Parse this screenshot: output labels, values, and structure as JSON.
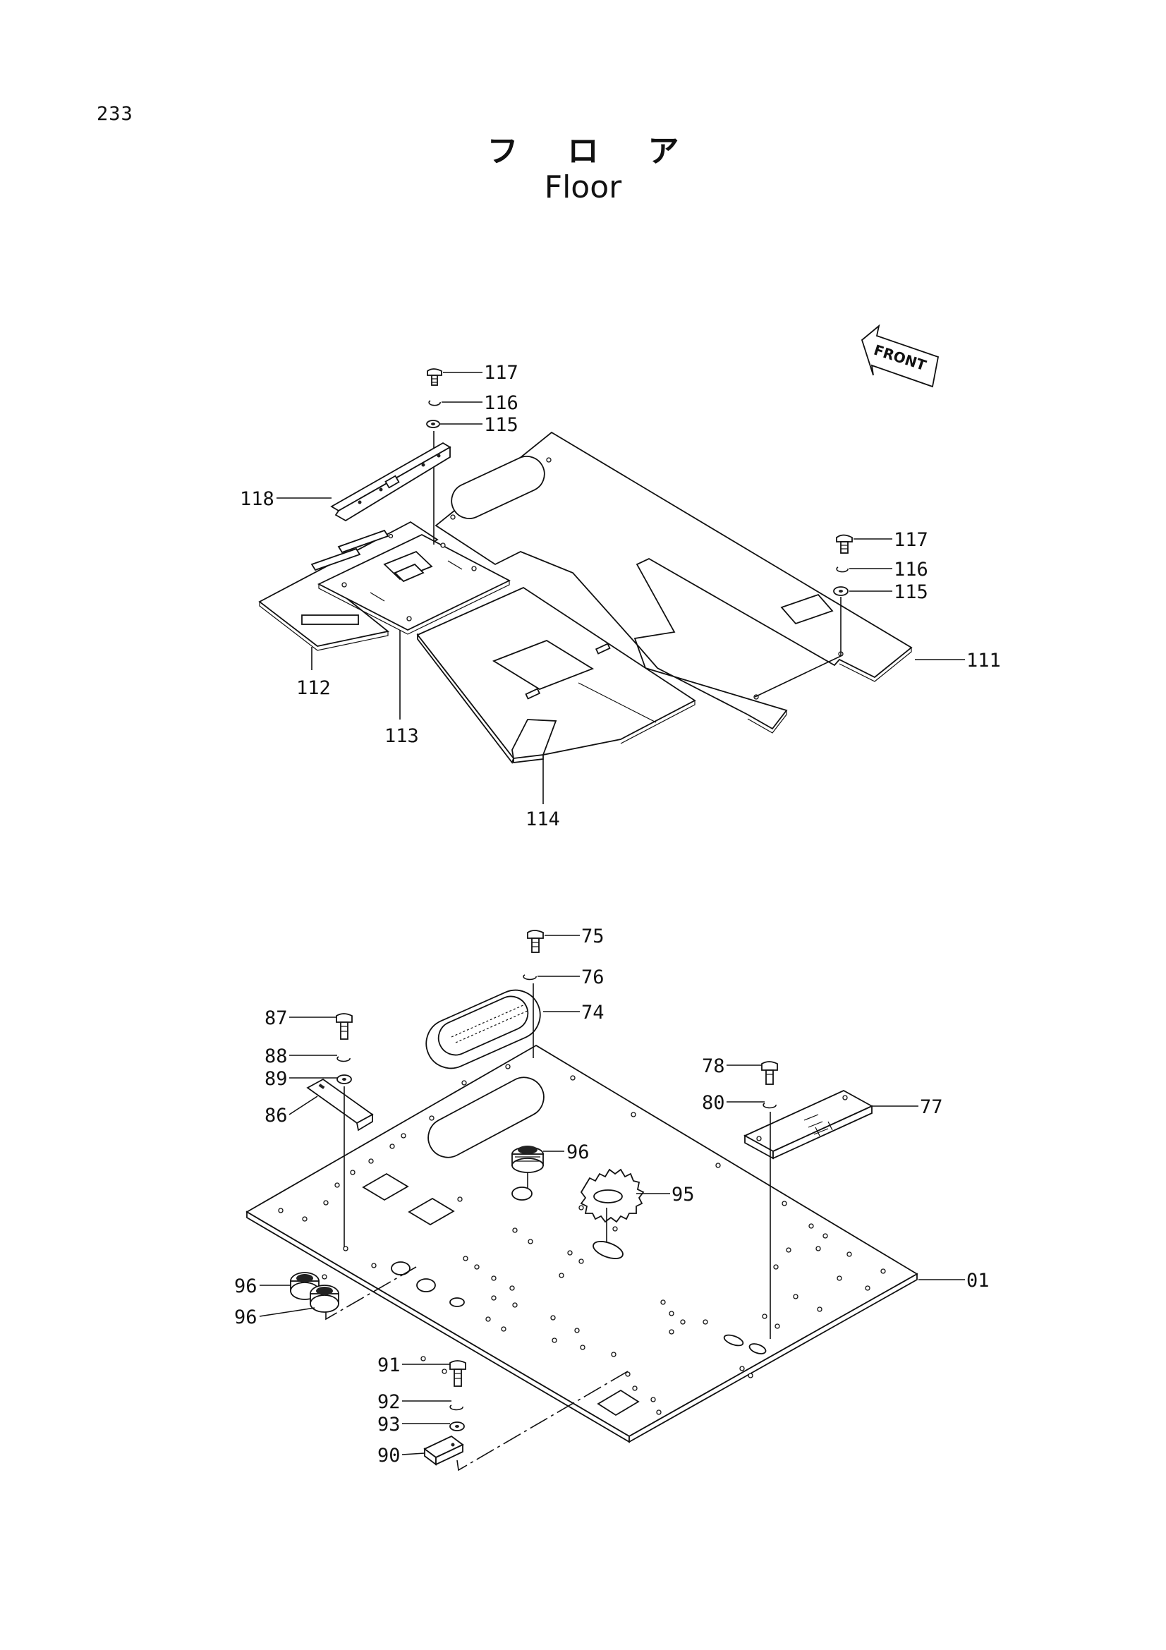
{
  "page": {
    "number": "233",
    "title_jp": "フロア",
    "title_en": "Floor"
  },
  "orientation_marker": {
    "label": "FRONT",
    "icon": "front-arrow-icon"
  },
  "upper_assembly": {
    "callouts": [
      {
        "id": "117a",
        "label": "117"
      },
      {
        "id": "116a",
        "label": "116"
      },
      {
        "id": "115a",
        "label": "115"
      },
      {
        "id": "118",
        "label": "118"
      },
      {
        "id": "117b",
        "label": "117"
      },
      {
        "id": "116b",
        "label": "116"
      },
      {
        "id": "115b",
        "label": "115"
      },
      {
        "id": "111",
        "label": "111"
      },
      {
        "id": "112",
        "label": "112"
      },
      {
        "id": "113",
        "label": "113"
      },
      {
        "id": "114",
        "label": "114"
      }
    ]
  },
  "lower_assembly": {
    "callouts": [
      {
        "id": "75",
        "label": "75"
      },
      {
        "id": "76",
        "label": "76"
      },
      {
        "id": "74",
        "label": "74"
      },
      {
        "id": "87",
        "label": "87"
      },
      {
        "id": "88",
        "label": "88"
      },
      {
        "id": "89",
        "label": "89"
      },
      {
        "id": "86",
        "label": "86"
      },
      {
        "id": "78",
        "label": "78"
      },
      {
        "id": "80",
        "label": "80"
      },
      {
        "id": "77",
        "label": "77"
      },
      {
        "id": "96a",
        "label": "96"
      },
      {
        "id": "95",
        "label": "95"
      },
      {
        "id": "96b",
        "label": "96"
      },
      {
        "id": "96c",
        "label": "96"
      },
      {
        "id": "01",
        "label": "01"
      },
      {
        "id": "91",
        "label": "91"
      },
      {
        "id": "92",
        "label": "92"
      },
      {
        "id": "93",
        "label": "93"
      },
      {
        "id": "90",
        "label": "90"
      }
    ]
  }
}
